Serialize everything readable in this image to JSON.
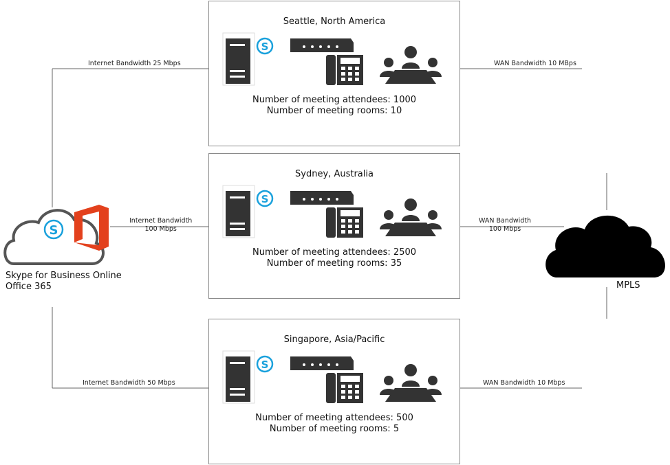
{
  "cloud_service": {
    "line1": "Skype for Business Online",
    "line2": "Office 365"
  },
  "mpls": {
    "label": "MPLS"
  },
  "sites": [
    {
      "name": "Seattle, North America",
      "attendees_text": "Number of meeting attendees: 1000",
      "rooms_text": "Number of meeting rooms: 10",
      "internet_bandwidth": "Internet Bandwidth 25 Mbps",
      "wan_bandwidth": "WAN Bandwidth 10 MBps"
    },
    {
      "name": "Sydney, Australia",
      "attendees_text": "Number of meeting attendees: 2500",
      "rooms_text": "Number of meeting rooms: 35",
      "internet_bandwidth_line1": "Internet Bandwidth",
      "internet_bandwidth_line2": "100 Mbps",
      "wan_bandwidth_line1": "WAN Bandwidth",
      "wan_bandwidth_line2": "100 Mbps"
    },
    {
      "name": "Singapore, Asia/Pacific",
      "attendees_text": "Number of meeting attendees: 500",
      "rooms_text": "Number of meeting rooms: 5",
      "internet_bandwidth": "Internet Bandwidth 50 Mbps",
      "wan_bandwidth": "WAN Bandwidth 10 Mbps"
    }
  ],
  "icons": {
    "skype": "skype-logo-icon",
    "office": "office-logo-icon",
    "server": "server-icon",
    "gateway": "network-device-icon",
    "phone": "desk-phone-icon",
    "meeting": "meeting-room-icon",
    "cloud": "cloud-icon"
  },
  "colors": {
    "skype_blue": "#1aa1dc",
    "office_red": "#e3411d",
    "mpls_cloud": "#000000",
    "line": "#555555"
  }
}
